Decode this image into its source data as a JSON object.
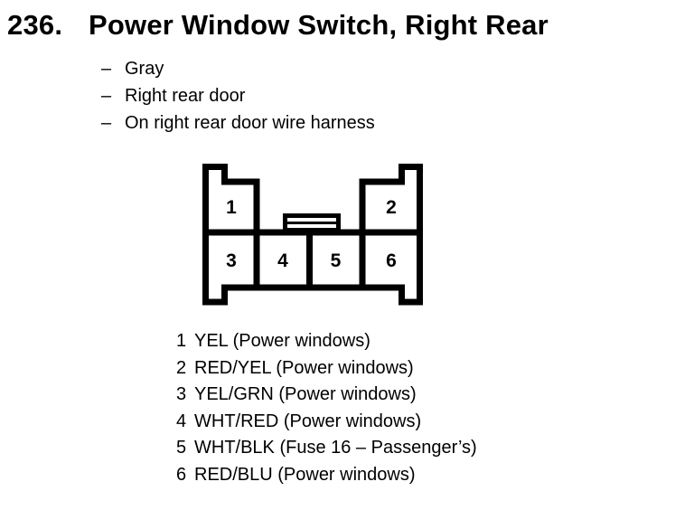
{
  "page": {
    "background": "#ffffff",
    "ink": "#000000"
  },
  "header": {
    "item_number": "236.",
    "title": "Power Window Switch, Right Rear"
  },
  "attributes": {
    "bullet": "–",
    "items": [
      "Gray",
      "Right rear door",
      "On right rear door wire harness"
    ]
  },
  "connector": {
    "description": "6-cavity connector, front view",
    "pins": [
      "1",
      "2",
      "3",
      "4",
      "5",
      "6"
    ]
  },
  "legend": {
    "entries": [
      {
        "pin": "1",
        "label": "YEL (Power windows)"
      },
      {
        "pin": "2",
        "label": "RED/YEL (Power windows)"
      },
      {
        "pin": "3",
        "label": "YEL/GRN (Power windows)"
      },
      {
        "pin": "4",
        "label": "WHT/RED (Power windows)"
      },
      {
        "pin": "5",
        "label": "WHT/BLK (Fuse 16 – Passenger’s)"
      },
      {
        "pin": "6",
        "label": "RED/BLU (Power windows)"
      }
    ]
  }
}
